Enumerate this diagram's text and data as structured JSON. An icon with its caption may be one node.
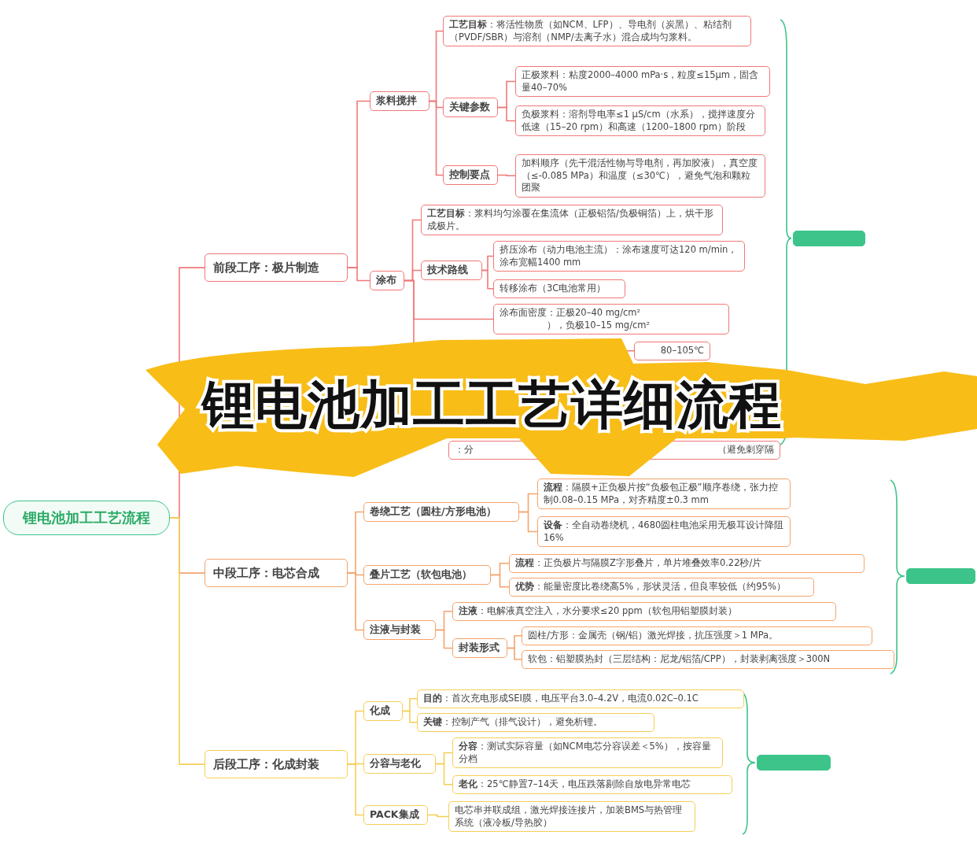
{
  "diagram": {
    "title": "锂电池加工工艺详细流程",
    "nodes": [
      {
        "text": [
          "锂电池加工工艺流程"
        ]
      },
      {
        "text": [
          "前段工序：极片制造"
        ]
      },
      {
        "text": [
          "浆料搅拌"
        ]
      },
      {
        "text": [
          "**工艺目标**：将活性物质（如NCM、LFP）、导电剂（炭黑）、粘结剂（PVDF/SBR）与溶剂（NMP/去离子水）混合成均匀浆料。"
        ]
      },
      {
        "text": [
          "关键参数"
        ]
      },
      {
        "text": [
          "正极浆料：粘度2000–4000 mPa·s，粒度≤15μm，固含量40–70%"
        ]
      },
      {
        "text": [
          "负极浆料：溶剂导电率≤1 μS/cm（水系），搅拌速度分低速（15–20 rpm）和高速（1200–1800 rpm）阶段"
        ]
      },
      {
        "text": [
          "控制要点"
        ]
      },
      {
        "text": [
          "加料顺序（先干混活性物与导电剂，再加胶液），真空度（≤-0.085 MPa）和温度（≤30℃），避免气泡和颗粒团聚"
        ]
      },
      {
        "text": [
          "涂布"
        ]
      },
      {
        "text": [
          "**工艺目标**：浆料均匀涂覆在集流体（正极铝箔/负极铜箔）上，烘干形成极片。"
        ]
      },
      {
        "text": [
          "技术路线"
        ]
      },
      {
        "text": [
          "挤压涂布（动力电池主流）：涂布速度可达120 m/min，涂布宽幅1400 mm"
        ]
      },
      {
        "text": [
          "转移涂布（3C电池常用）"
        ]
      },
      {
        "text": [
          "涂布面密度：正极20–40 mg/cm²",
          "），负极10–15 mg/cm²"
        ]
      },
      {
        "text": [
          "80–105℃"
        ]
      },
      {
        "text": [
          "：分",
          "（避免刺穿隔"
        ]
      },
      {
        "text": [
          "中段工序：电芯合成"
        ]
      },
      {
        "text": [
          "卷绕工艺（圆柱/方形电池）"
        ]
      },
      {
        "text": [
          "**流程**：隔膜+正负极片按“负极包正极”顺序卷绕，张力控制0.08–0.15 MPa，对齐精度±0.3 mm"
        ]
      },
      {
        "text": [
          "**设备**：全自动卷绕机，4680圆柱电池采用无极耳设计降阻16%"
        ]
      },
      {
        "text": [
          "叠片工艺（软包电池）"
        ]
      },
      {
        "text": [
          "**流程**：正负极片与隔膜Z字形叠片，单片堆叠效率0.22秒/片"
        ]
      },
      {
        "text": [
          "**优势**：能量密度比卷绕高5%，形状灵活，但良率较低（约95%）"
        ]
      },
      {
        "text": [
          "注液与封装"
        ]
      },
      {
        "text": [
          "**注液**：电解液真空注入，水分要求≤20 ppm（软包用铝塑膜封装）"
        ]
      },
      {
        "text": [
          "封装形式"
        ]
      },
      {
        "text": [
          "圆柱/方形：金属壳（钢/铝）激光焊接，抗压强度＞1 MPa。"
        ]
      },
      {
        "text": [
          "软包：铝塑膜热封（三层结构：尼龙/铝箔/CPP），封装剥离强度＞300N"
        ]
      },
      {
        "text": [
          "后段工序：化成封装"
        ]
      },
      {
        "text": [
          "化成"
        ]
      },
      {
        "text": [
          "**目的**：首次充电形成SEI膜，电压平台3.0–4.2V，电流0.02C–0.1C"
        ]
      },
      {
        "text": [
          "**关键**：控制产气（排气设计），避免析锂。"
        ]
      },
      {
        "text": [
          "分容与老化"
        ]
      },
      {
        "text": [
          "**分容**：测试实际容量（如NCM电芯分容误差＜5%），按容量分档"
        ]
      },
      {
        "text": [
          "**老化**：25℃静置7–14天，电压跌落剔除自放电异常电芯"
        ]
      },
      {
        "text": [
          "PACK集成"
        ]
      },
      {
        "text": [
          "电芯串并联成组，激光焊接连接片，加装BMS与热管理系统（液冷板/导热胶）"
        ]
      },
      {
        "text": [],
        "shape": "box"
      },
      {
        "text": [],
        "shape": "box"
      },
      {
        "text": [],
        "shape": "box"
      }
    ],
    "edges": [
      {
        "from": 0,
        "to": 1,
        "arrow": "none"
      },
      {
        "from": 1,
        "to": 2,
        "arrow": "none"
      },
      {
        "from": 2,
        "to": 3,
        "arrow": "none"
      },
      {
        "from": 2,
        "to": 4,
        "arrow": "none"
      },
      {
        "from": 4,
        "to": 5,
        "arrow": "none"
      },
      {
        "from": 4,
        "to": 6,
        "arrow": "none"
      },
      {
        "from": 2,
        "to": 7,
        "arrow": "none"
      },
      {
        "from": 7,
        "to": 8,
        "arrow": "none"
      },
      {
        "from": 1,
        "to": 9,
        "arrow": "none"
      },
      {
        "from": 9,
        "to": 10,
        "arrow": "none"
      },
      {
        "from": 9,
        "to": 11,
        "arrow": "none"
      },
      {
        "from": 11,
        "to": 12,
        "arrow": "none"
      },
      {
        "from": 11,
        "to": 13,
        "arrow": "none"
      },
      {
        "from": 9,
        "to": 14,
        "arrow": "none"
      },
      {
        "from": 9,
        "to": 15,
        "arrow": "none"
      },
      {
        "from": 0,
        "to": 17,
        "arrow": "none",
        "color": "#f4a46c"
      },
      {
        "from": 17,
        "to": 18,
        "arrow": "none",
        "color": "#f4a46c"
      },
      {
        "from": 18,
        "to": 19,
        "arrow": "none",
        "color": "#f4a46c"
      },
      {
        "from": 18,
        "to": 20,
        "arrow": "none",
        "color": "#f4a46c"
      },
      {
        "from": 17,
        "to": 21,
        "arrow": "none",
        "color": "#f4a46c"
      },
      {
        "from": 21,
        "to": 22,
        "arrow": "none",
        "color": "#f4a46c"
      },
      {
        "from": 21,
        "to": 23,
        "arrow": "none",
        "color": "#f4a46c"
      },
      {
        "from": 17,
        "to": 24,
        "arrow": "none",
        "color": "#f4a46c"
      },
      {
        "from": 24,
        "to": 25,
        "arrow": "none",
        "color": "#f4a46c"
      },
      {
        "from": 24,
        "to": 26,
        "arrow": "none",
        "color": "#f4a46c"
      },
      {
        "from": 26,
        "to": 27,
        "arrow": "none",
        "color": "#f4a46c"
      },
      {
        "from": 26,
        "to": 28,
        "arrow": "none",
        "color": "#f4a46c"
      },
      {
        "from": 0,
        "to": 29,
        "arrow": "none",
        "color": "#f6cf55"
      },
      {
        "from": 29,
        "to": 30,
        "arrow": "none",
        "color": "#f6cf55"
      },
      {
        "from": 30,
        "to": 31,
        "arrow": "none",
        "color": "#f6cf55"
      },
      {
        "from": 30,
        "to": 32,
        "arrow": "none",
        "color": "#f6cf55"
      },
      {
        "from": 29,
        "to": 33,
        "arrow": "none",
        "color": "#f6cf55"
      },
      {
        "from": 33,
        "to": 34,
        "arrow": "none",
        "color": "#f6cf55"
      },
      {
        "from": 33,
        "to": 35,
        "arrow": "none",
        "color": "#f6cf55"
      },
      {
        "from": 29,
        "to": 36,
        "arrow": "none",
        "color": "#f6cf55"
      },
      {
        "from": 36,
        "to": 37,
        "arrow": "none",
        "color": "#f6cf55"
      }
    ]
  }
}
